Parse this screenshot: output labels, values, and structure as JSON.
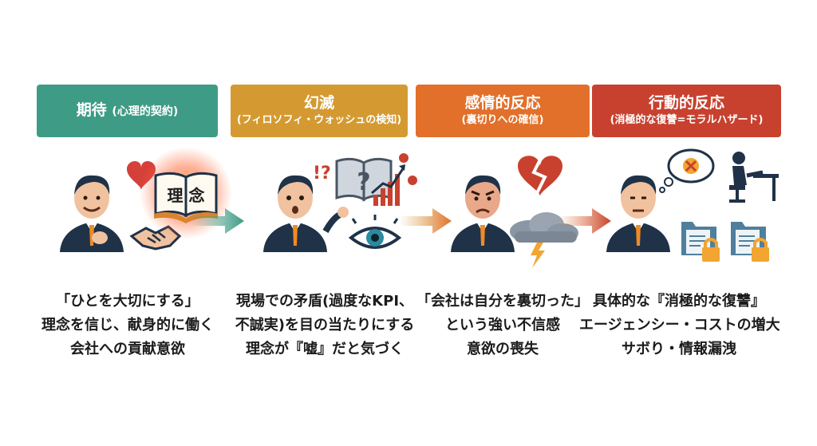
{
  "colors": {
    "stage1": "#3e9b86",
    "stage2": "#d49a31",
    "stage3": "#e2702a",
    "stage4": "#c8412f",
    "suit": "#1f3248",
    "tie": "#f08a24",
    "skin": "#f1c29f",
    "heart": "#d6403a"
  },
  "stages": [
    {
      "title": "期待",
      "title_sub": "(心理的契約)",
      "subtitle": ""
    },
    {
      "title": "幻滅",
      "subtitle": "(フィロソフィ・ウォッシュの検知)"
    },
    {
      "title": "感情的反応",
      "subtitle": "(裏切りへの確信)"
    },
    {
      "title": "行動的反応",
      "subtitle": "(消極的な復讐=モラルハザード)"
    }
  ],
  "book_label": "理 念",
  "captions": [
    [
      "「ひとを大切にする」",
      "理念を信じ、献身的に働く",
      "会社への貢献意欲"
    ],
    [
      "現場での矛盾(過度なKPI、",
      "不誠実)を目の当たりにする",
      "理念が『嘘』だと気づく"
    ],
    [
      "「会社は自分を裏切った」",
      "という強い不信感",
      "意欲の喪失"
    ],
    [
      "具体的な『消極的な復讐』",
      "エージェンシー・コストの増大",
      "サボり・情報漏洩"
    ]
  ],
  "icons": [
    "heart-icon",
    "handshake-icon",
    "book-icon",
    "question-icon",
    "rising-chart-icon",
    "eye-icon",
    "broken-heart-icon",
    "storm-cloud-icon",
    "no-entry-icon",
    "desk-worker-icon",
    "locked-folder-icon"
  ]
}
